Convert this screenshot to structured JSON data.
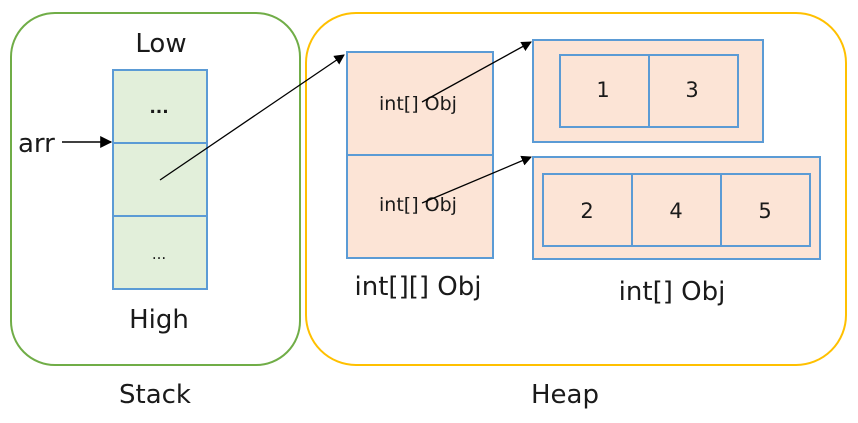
{
  "stack": {
    "label": "Stack",
    "top_label": "Low",
    "bottom_label": "High",
    "variable_label": "arr",
    "slots": [
      "...",
      "",
      "..."
    ]
  },
  "heap": {
    "label": "Heap",
    "outer_array_label": "int[][] Obj",
    "outer_array_cells": [
      "int[] Obj",
      "int[] Obj"
    ],
    "inner_arrays_label": "int[] Obj",
    "inner_array_1": [
      "1",
      "3"
    ],
    "inner_array_2": [
      "2",
      "4",
      "5"
    ]
  },
  "colors": {
    "stack_border": "#70ad47",
    "heap_border": "#ffc000",
    "cell_border": "#5b9bd5",
    "stack_fill": "#e2efda",
    "heap_fill": "#fce4d6",
    "arrow": "#000000"
  }
}
